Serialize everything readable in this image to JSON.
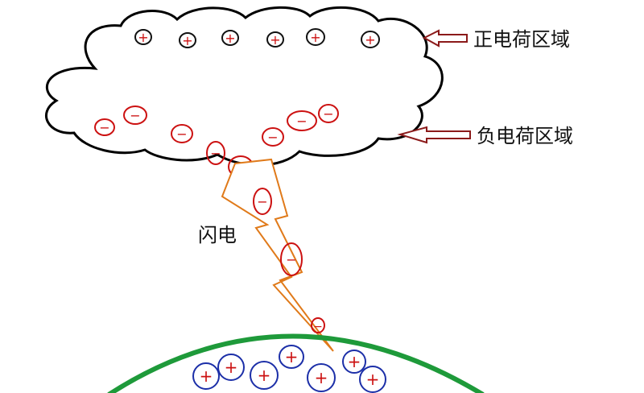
{
  "labels": {
    "positive_region": "正电荷区域",
    "negative_region": "负电荷区域",
    "lightning": "闪电"
  },
  "symbols": {
    "plus": "+",
    "minus": "−"
  },
  "colors": {
    "cloud_outline": "#000000",
    "cloud_positive_charge": "#111111",
    "positive_sign": "#cc1111",
    "negative_charge": "#cc1111",
    "arrow": "#8b1a1a",
    "lightning": "#e07a1a",
    "ground": "#1e9a3a",
    "ground_charge": "#1c2fa8"
  }
}
